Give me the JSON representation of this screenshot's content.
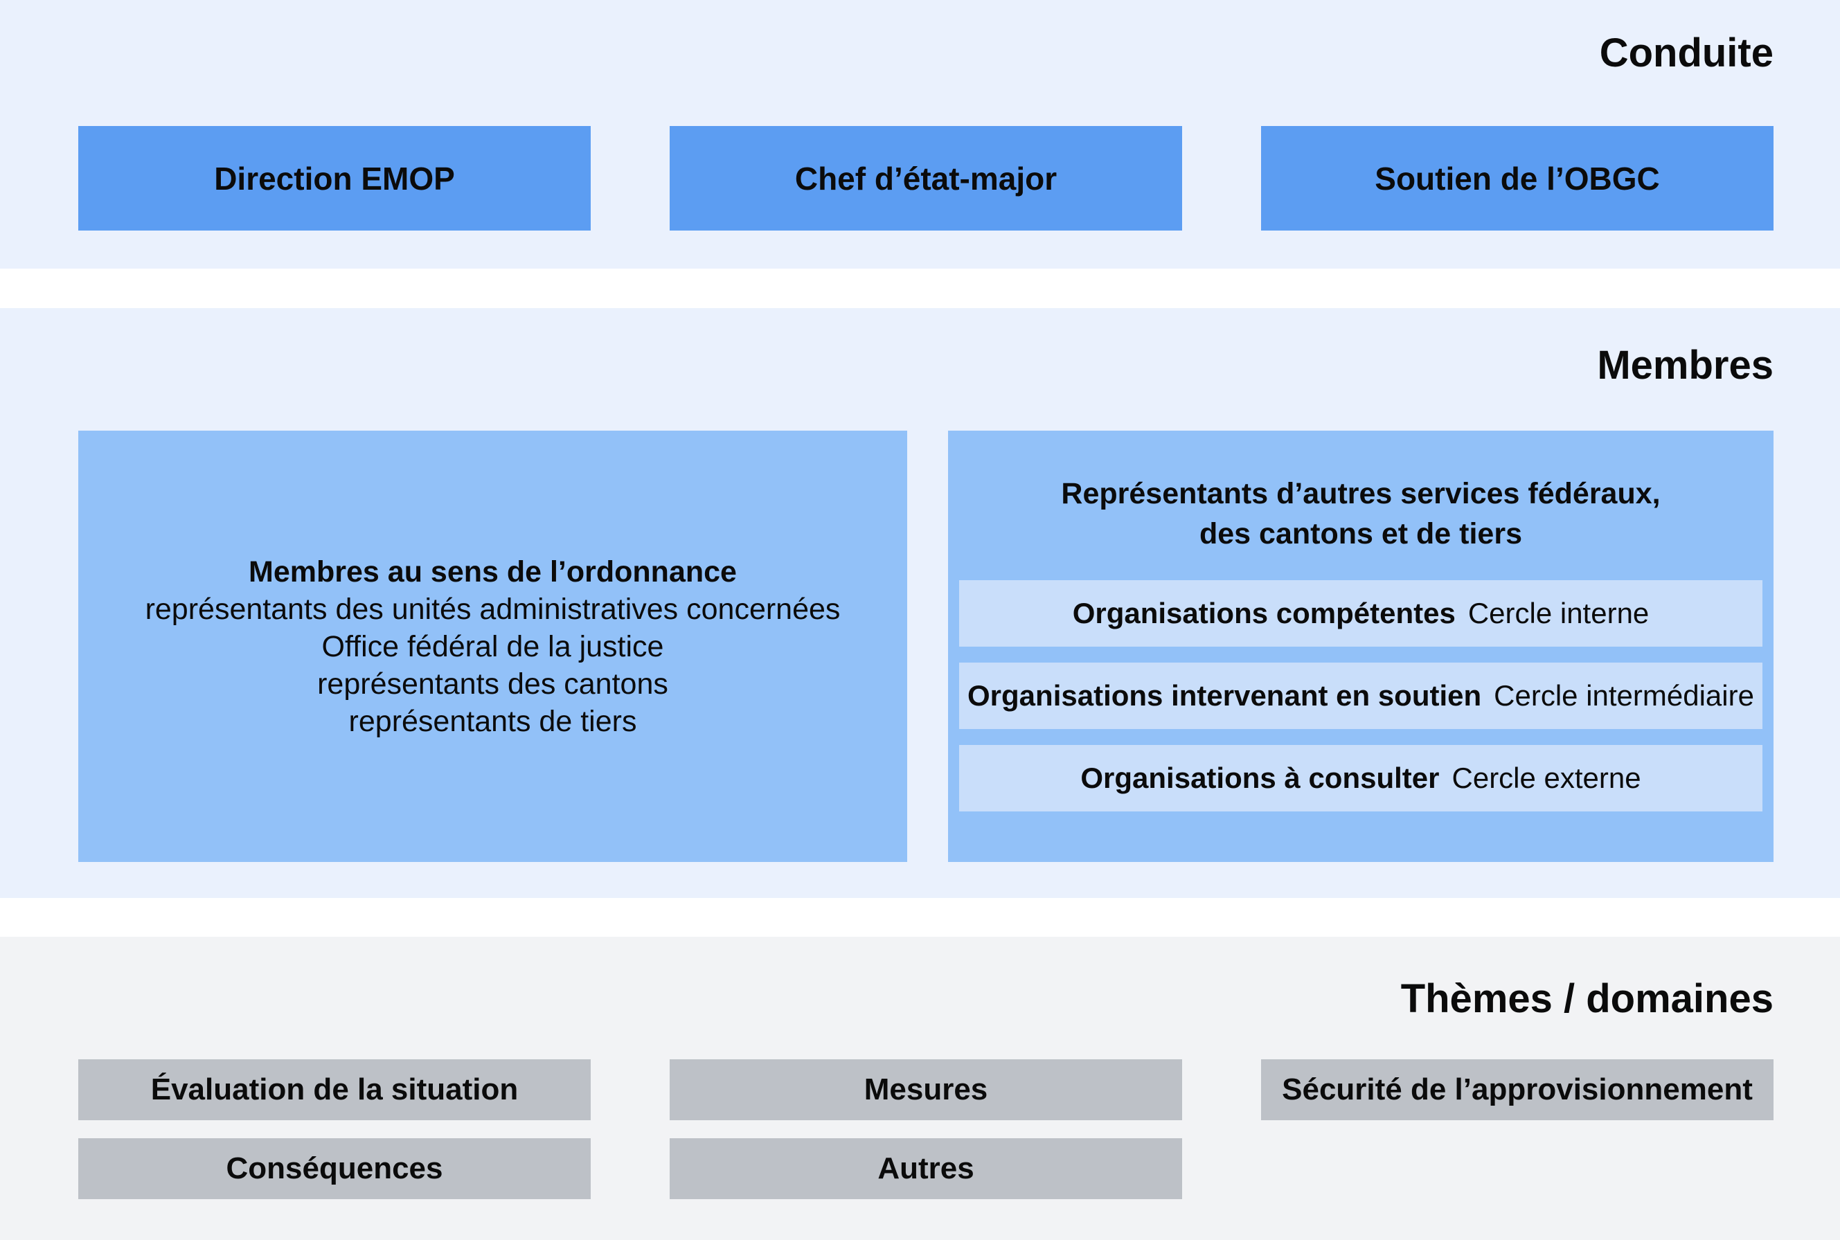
{
  "colors": {
    "section_blue_bg": "#EAF1FD",
    "section_gray_bg": "#F2F3F5",
    "box_blue": "#5C9DF2",
    "box_light_blue": "#92C1F8",
    "row_pale_blue": "#C9DEFA",
    "box_gray": "#BDC1C7",
    "text": "#0B0B0B"
  },
  "conduite": {
    "title": "Conduite",
    "boxes": [
      {
        "label": "Direction EMOP"
      },
      {
        "label": "Chef d’état-major"
      },
      {
        "label": "Soutien de l’OBGC"
      }
    ]
  },
  "membres": {
    "title": "Membres",
    "ordonnance": {
      "title": "Membres au sens de l’ordonnance",
      "lines": [
        "représentants des unités administratives concernées",
        "Office fédéral de la justice",
        "représentants des cantons",
        "représentants de tiers"
      ]
    },
    "representants": {
      "title_line1": "Représentants d’autres services fédéraux,",
      "title_line2": "des cantons et de tiers",
      "rows": [
        {
          "label": "Organisations compétentes",
          "suffix": "Cercle interne"
        },
        {
          "label": "Organisations intervenant en soutien",
          "suffix": "Cercle intermédiaire"
        },
        {
          "label": "Organisations à consulter",
          "suffix": "Cercle externe"
        }
      ]
    }
  },
  "themes": {
    "title": "Thèmes / domaines",
    "row1": [
      {
        "label": "Évaluation de la situation"
      },
      {
        "label": "Mesures"
      },
      {
        "label": "Sécurité de l’approvisionnement"
      }
    ],
    "row2": [
      {
        "label": "Conséquences"
      },
      {
        "label": "Autres"
      }
    ]
  }
}
